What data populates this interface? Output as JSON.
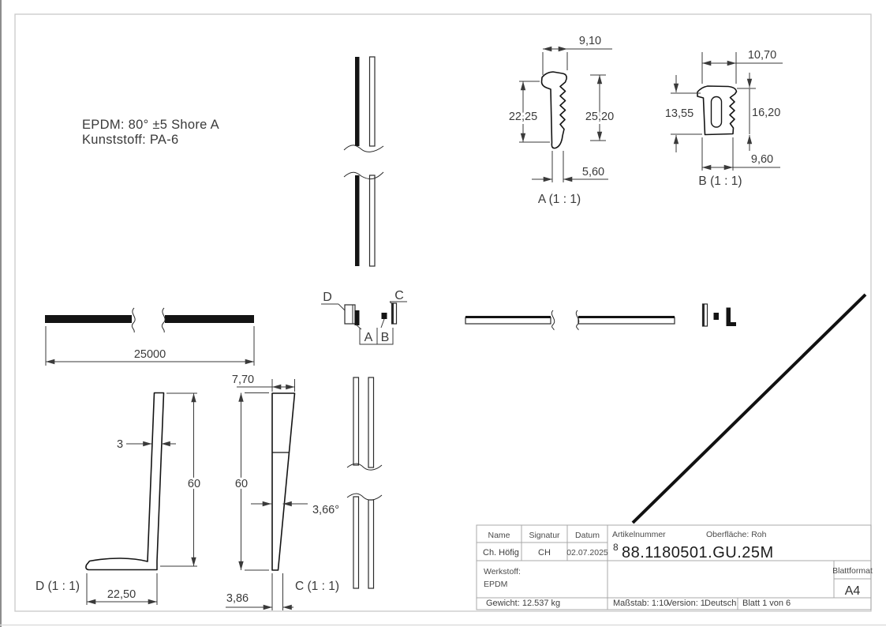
{
  "notes": {
    "line1": "EPDM: 80° ±5 Shore A",
    "line2": "Kunststoff: PA-6"
  },
  "dims": {
    "length": "25000",
    "a_top": "9,10",
    "a_left": "22,25",
    "a_right": "25,20",
    "a_bottom": "5,60",
    "a_label": "A (1 : 1)",
    "b_top": "10,70",
    "b_left": "13,55",
    "b_right": "16,20",
    "b_bottom": "9,60",
    "b_label": "B (1 : 1)",
    "d_thickness": "3",
    "d_height": "60",
    "d_width": "22,50",
    "d_label": "D (1 : 1)",
    "c_top": "7,70",
    "c_height": "60",
    "c_angle": "3,66°",
    "c_bottom": "3,86",
    "c_label": "C (1 : 1)"
  },
  "callouts": {
    "d": "D",
    "c": "C",
    "a": "A",
    "b": "B"
  },
  "title_block": {
    "name_label": "Name",
    "signature_label": "Signatur",
    "date_label": "Datum",
    "article_label": "Artikelnummer",
    "surface_label": "Oberfläche:  Roh",
    "name": "Ch. Höfig",
    "signature": "CH",
    "date": "02.07.2025",
    "article_sup": "8",
    "article_number": "88.1180501.GU.25M",
    "material_label": "Werkstoff:",
    "material": "EPDM",
    "format_label": "Blattformat",
    "format": "A4",
    "weight": "Gewicht: 12.537 kg",
    "scale": "Maßstab: 1:10",
    "version": "Version: 1",
    "language": "Deutsch",
    "sheet": "Blatt 1 von 6"
  },
  "colors": {
    "line": "#141414",
    "dim": "#3a3a3a",
    "frame": "#c9c9c9",
    "block_line": "#a9a9a9"
  }
}
